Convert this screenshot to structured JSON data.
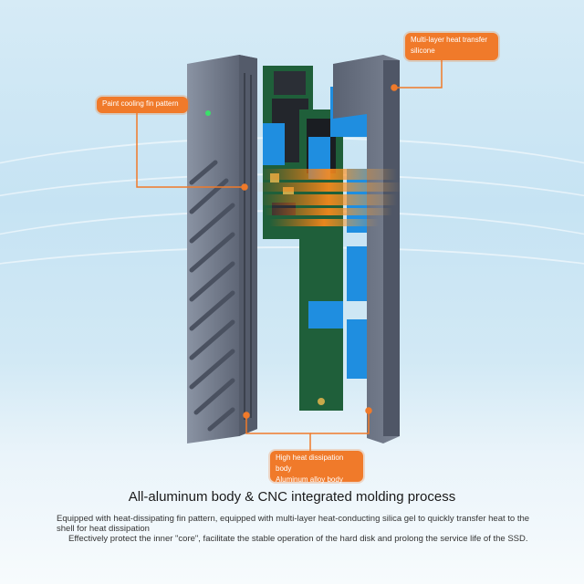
{
  "callouts": {
    "fin_pattern": "Paint cooling fin pattern",
    "silicone_l1": "Multi-layer heat transfer",
    "silicone_l2": "silicone",
    "dissipation_l1": "High heat dissipation body",
    "dissipation_l2": "Aluminum alloy body"
  },
  "heading": "All-aluminum body & CNC integrated molding process",
  "paragraph1": "Equipped with heat-dissipating fin pattern, equipped with multi-layer heat-conducting silica gel to quickly transfer heat to the shell for heat dissipation",
  "paragraph2": "Effectively protect the inner \"core\", facilitate the stable operation of the hard disk and prolong the service life of the SSD.",
  "colors": {
    "accent": "#f07a2a",
    "shell": "#6d7585",
    "pad": "#1f8ee0",
    "pcb": "#1f5f3a"
  }
}
